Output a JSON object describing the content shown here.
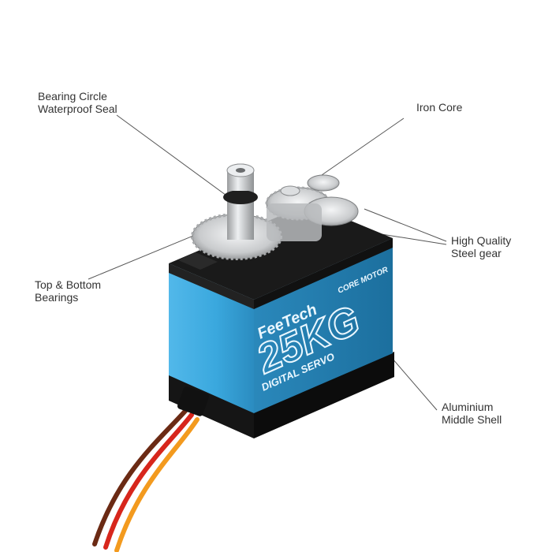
{
  "labels": {
    "bearing_seal": [
      "Bearing Circle",
      "Waterproof Seal"
    ],
    "iron_core": [
      "Iron Core"
    ],
    "steel_gear": [
      "High Quality",
      "Steel gear"
    ],
    "top_bottom_bearings": [
      "Top & Bottom",
      "Bearings"
    ],
    "middle_shell": [
      "Aluminium",
      "Middle Shell"
    ]
  },
  "product": {
    "brand": "FeeTech",
    "motor_badge": "CORE MOTOR",
    "torque": "25KG",
    "type": "DIGITAL SERVO"
  },
  "colors": {
    "body": "#3aa8de",
    "body_dark": "#1c6f9e",
    "plate": "#1a1a1a",
    "gear_silver": "#c9cbcd",
    "leader_line": "#555555",
    "wire_brown": "#6b2a14",
    "wire_red": "#d7261c",
    "wire_orange": "#f39a1e"
  }
}
